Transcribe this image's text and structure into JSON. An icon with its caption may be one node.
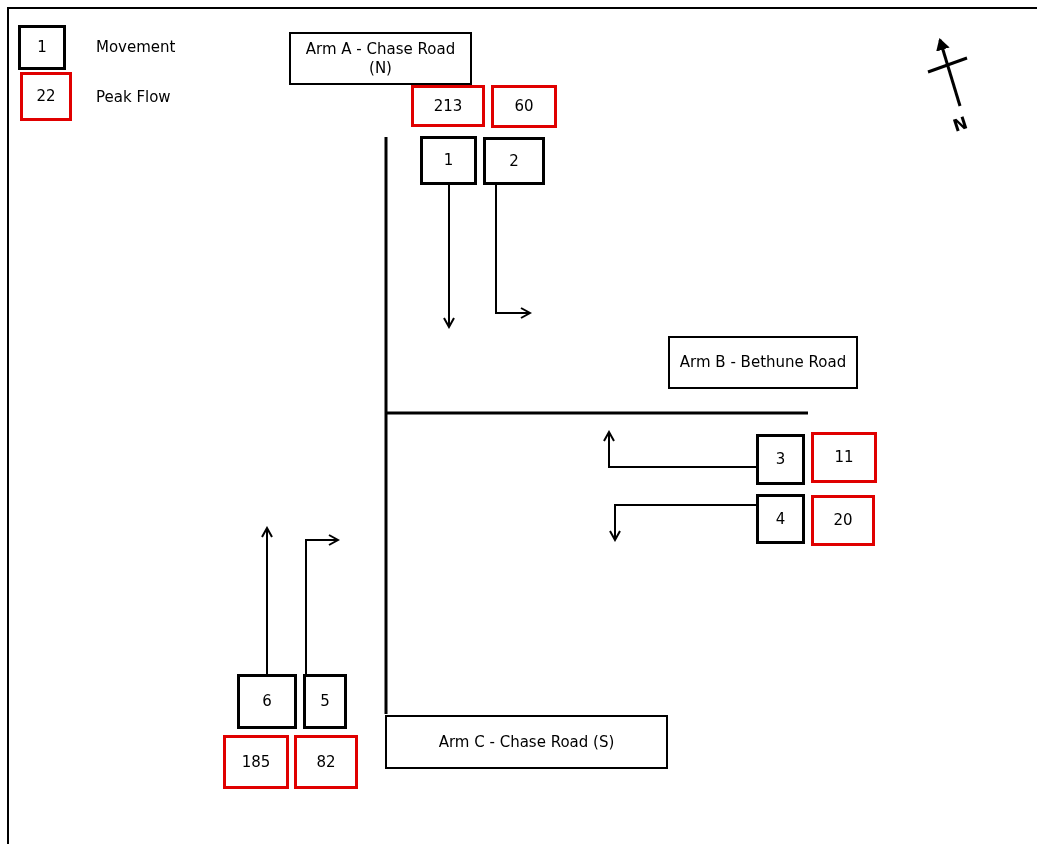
{
  "diagram": {
    "nodes": [
      {
        "text": [
          "Arm A - Chase Road (N)"
        ]
      },
      {
        "text": [
          "213"
        ]
      },
      {
        "text": [
          "60"
        ]
      },
      {
        "text": [
          "1"
        ]
      },
      {
        "text": [
          "2"
        ]
      },
      {
        "text": [
          "Arm B - Bethune Road"
        ]
      },
      {
        "text": [
          "3"
        ]
      },
      {
        "text": [
          "11"
        ]
      },
      {
        "text": [
          "4"
        ]
      },
      {
        "text": [
          "20"
        ]
      },
      {
        "text": [
          "6"
        ]
      },
      {
        "text": [
          "5"
        ]
      },
      {
        "text": [
          "185"
        ]
      },
      {
        "text": [
          "82"
        ]
      },
      {
        "text": [
          "Arm C - Chase Road (S)"
        ]
      }
    ],
    "edges": [
      {
        "from": 3,
        "to": null,
        "arrow": "to"
      },
      {
        "from": 4,
        "to": null,
        "arrow": "to"
      },
      {
        "from": 6,
        "to": null,
        "arrow": "to"
      },
      {
        "from": 8,
        "to": null,
        "arrow": "to"
      },
      {
        "from": 11,
        "to": null,
        "arrow": "to"
      },
      {
        "from": 10,
        "to": null,
        "arrow": "to"
      }
    ],
    "labels": [
      "1",
      "22",
      "N"
    ],
    "legend": [
      {
        "text": "Movement"
      },
      {
        "text": "Peak Flow"
      }
    ]
  }
}
